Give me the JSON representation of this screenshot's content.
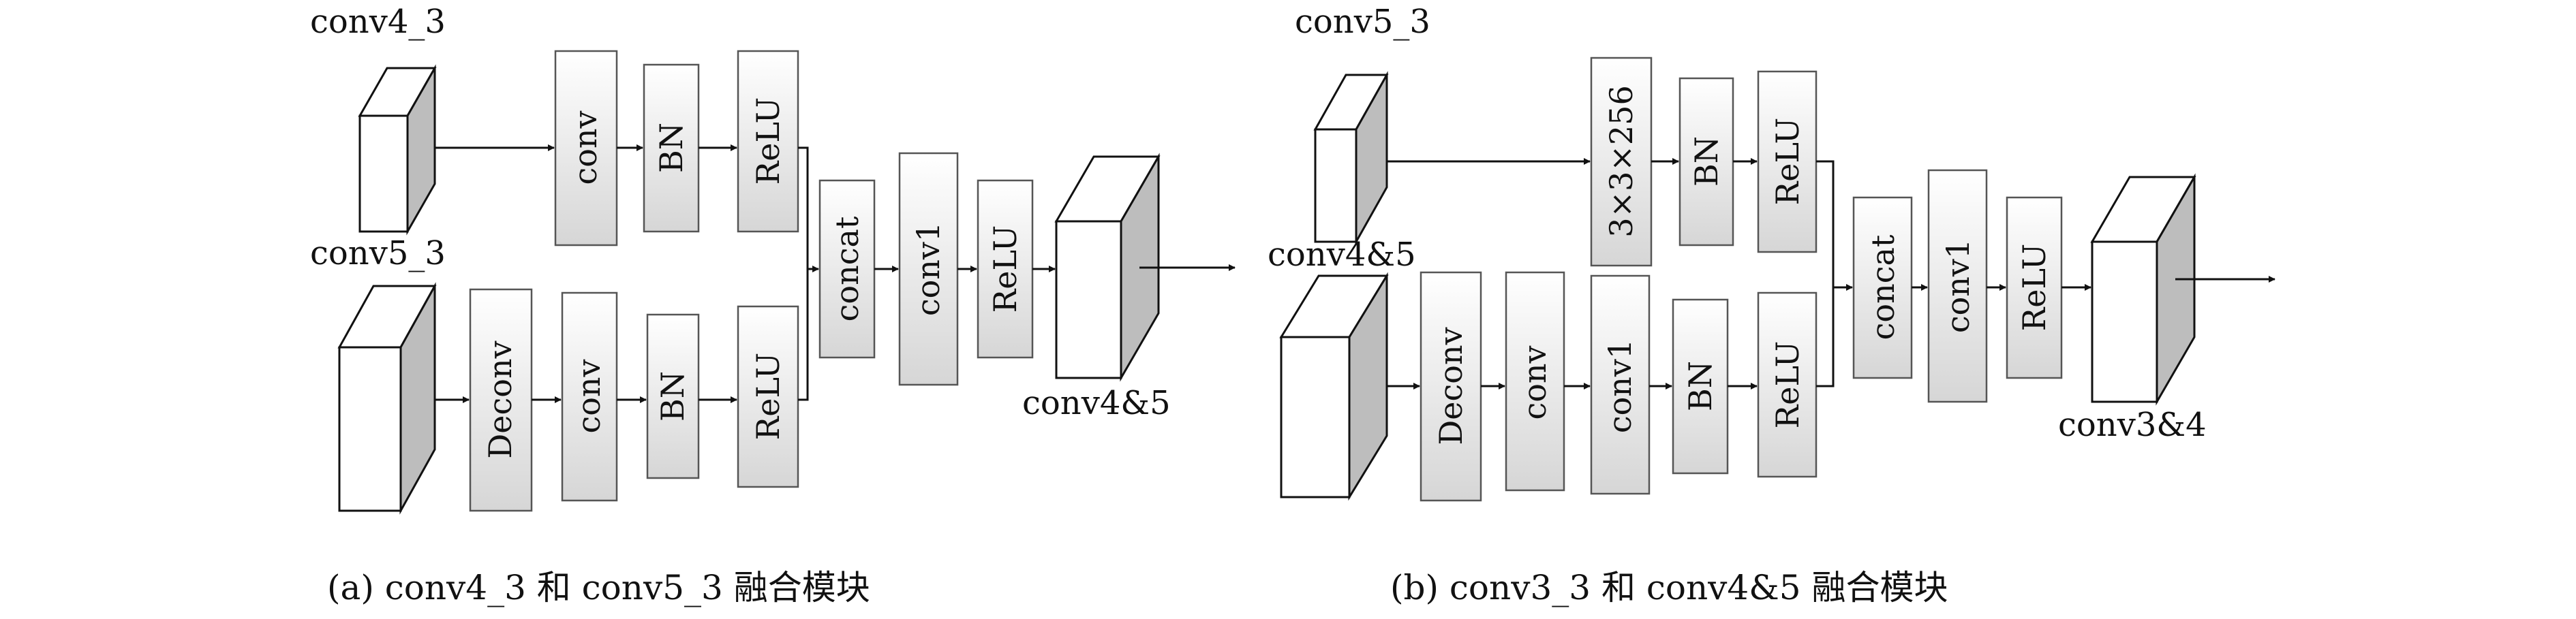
{
  "panel_a": {
    "input_top_label": "conv4_3",
    "input_bottom_label": "conv5_3",
    "top_branch": [
      "conv",
      "BN",
      "ReLU"
    ],
    "bottom_branch": [
      "Deconv",
      "conv",
      "BN",
      "ReLU"
    ],
    "merge": [
      "concat",
      "conv1",
      "ReLU"
    ],
    "output_label": "conv4&5",
    "caption": "(a) conv4_3 和 conv5_3 融合模块"
  },
  "panel_b": {
    "input_top_label": "conv5_3",
    "input_bottom_label": "conv4&5",
    "top_branch": [
      "3×3×256",
      "BN",
      "ReLU"
    ],
    "bottom_branch": [
      "Deconv",
      "conv",
      "conv1",
      "BN",
      "ReLU"
    ],
    "merge": [
      "concat",
      "conv1",
      "ReLU"
    ],
    "output_label": "conv3&4",
    "caption": "(b) conv3_3 和 conv4&5 融合模块"
  }
}
